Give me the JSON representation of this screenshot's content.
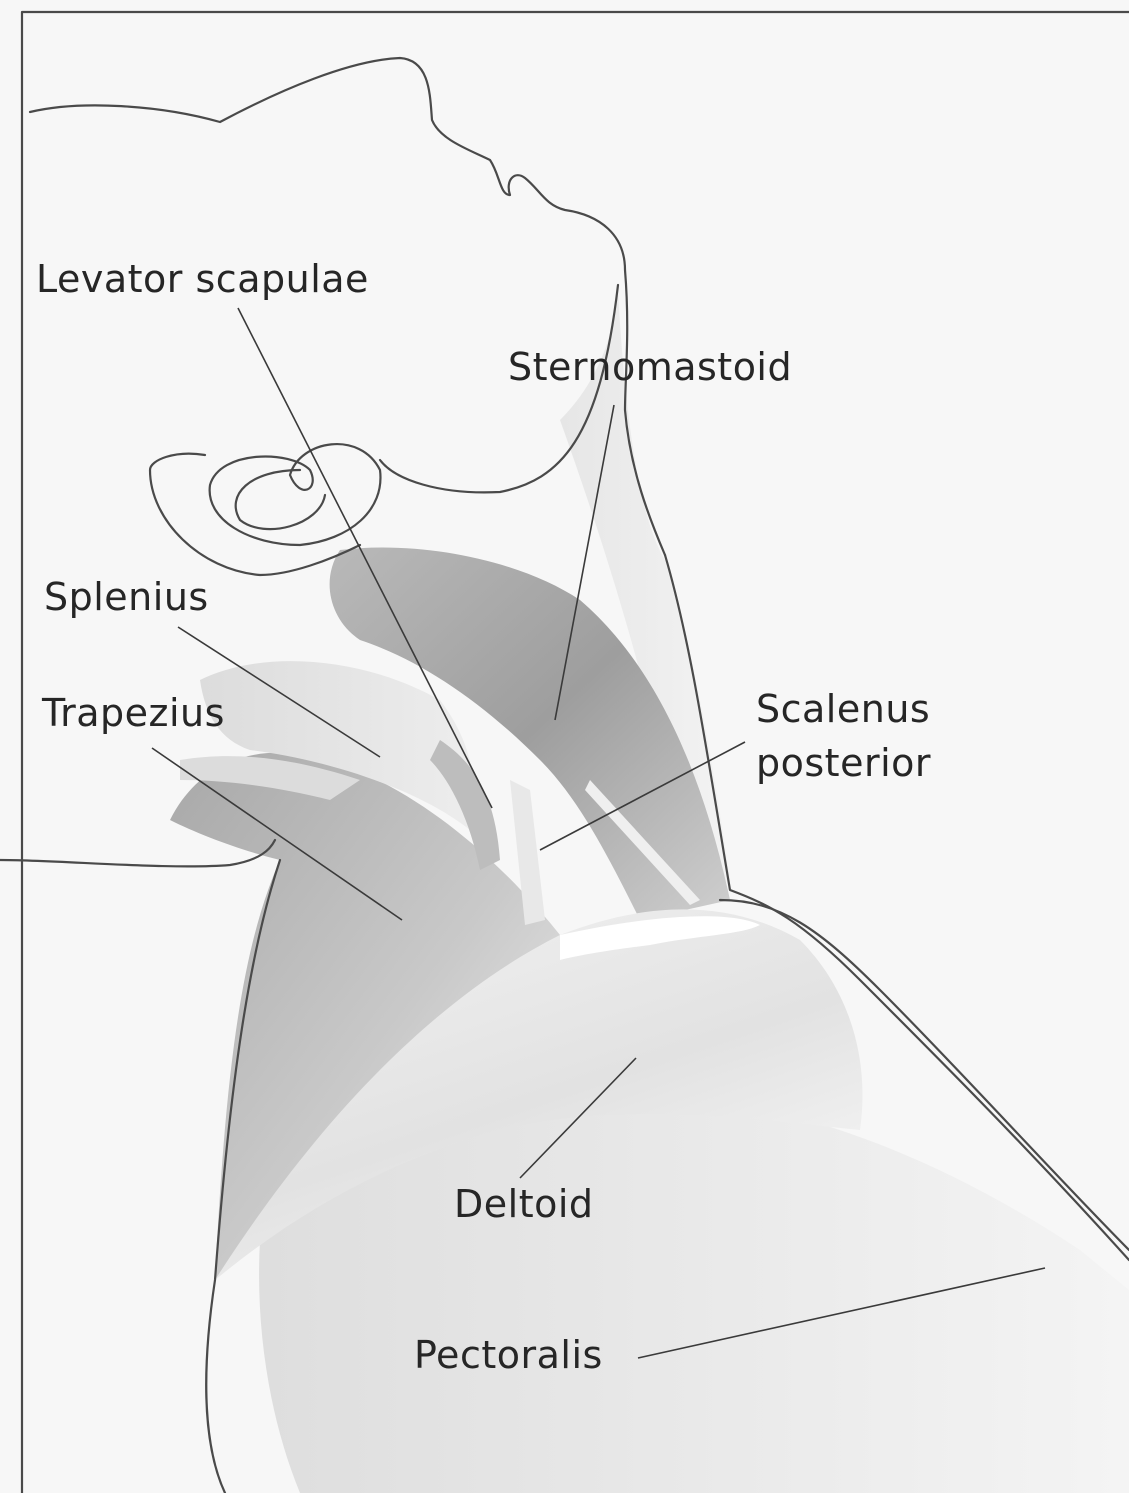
{
  "figure": {
    "colors": {
      "paper": "#f7f7f7",
      "muscle_dark": "#9a9a9a",
      "muscle_mid": "#c6c6c6",
      "muscle_light": "#e9e9e9",
      "ink": "#262626"
    },
    "labels": {
      "levator_scapulae": "Levator scapulae",
      "sternomastoid": "Sternomastoid",
      "splenius": "Splenius",
      "trapezius": "Trapezius",
      "scalenus_line1": "Scalenus",
      "scalenus_line2": "posterior",
      "deltoid": "Deltoid",
      "pectoralis": "Pectoralis"
    }
  }
}
